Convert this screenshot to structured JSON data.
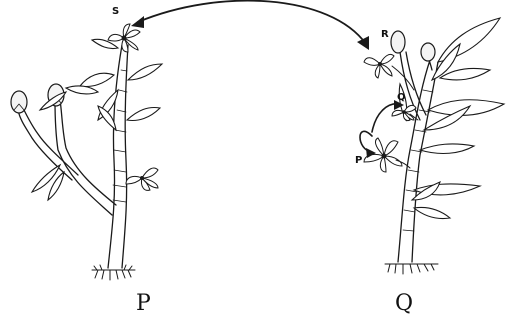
{
  "labels": {
    "plant_left": "P",
    "plant_right": "Q",
    "flower_s": "S",
    "flower_r": "R",
    "flower_q": "Q",
    "flower_p": "P"
  }
}
